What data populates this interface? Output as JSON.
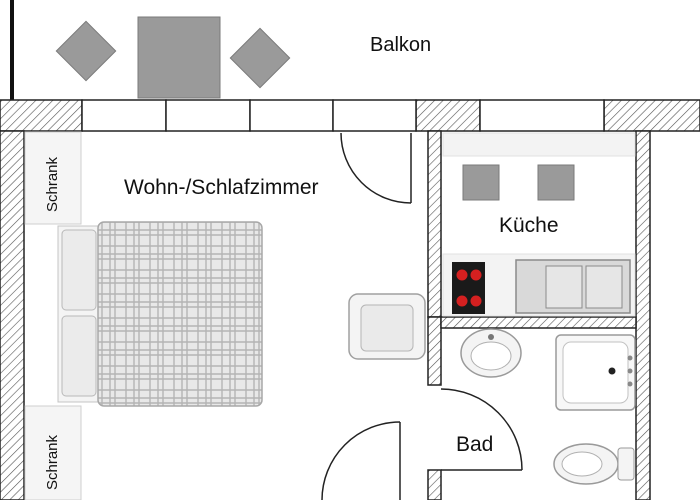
{
  "rooms": {
    "balcony": "Balkon",
    "living": "Wohn-/Schlafzimmer",
    "kitchen": "Küche",
    "bath": "Bad"
  },
  "cabinets": {
    "top": "Schrank",
    "bottom": "Schrank"
  },
  "colors": {
    "wall_line": "#222222",
    "hatch": "#555555",
    "furniture_fill": "#9a9a9a",
    "appliance_fill": "#d9d9d9",
    "hob_fill": "#1a1a1a",
    "hob_burner": "#d42020"
  }
}
